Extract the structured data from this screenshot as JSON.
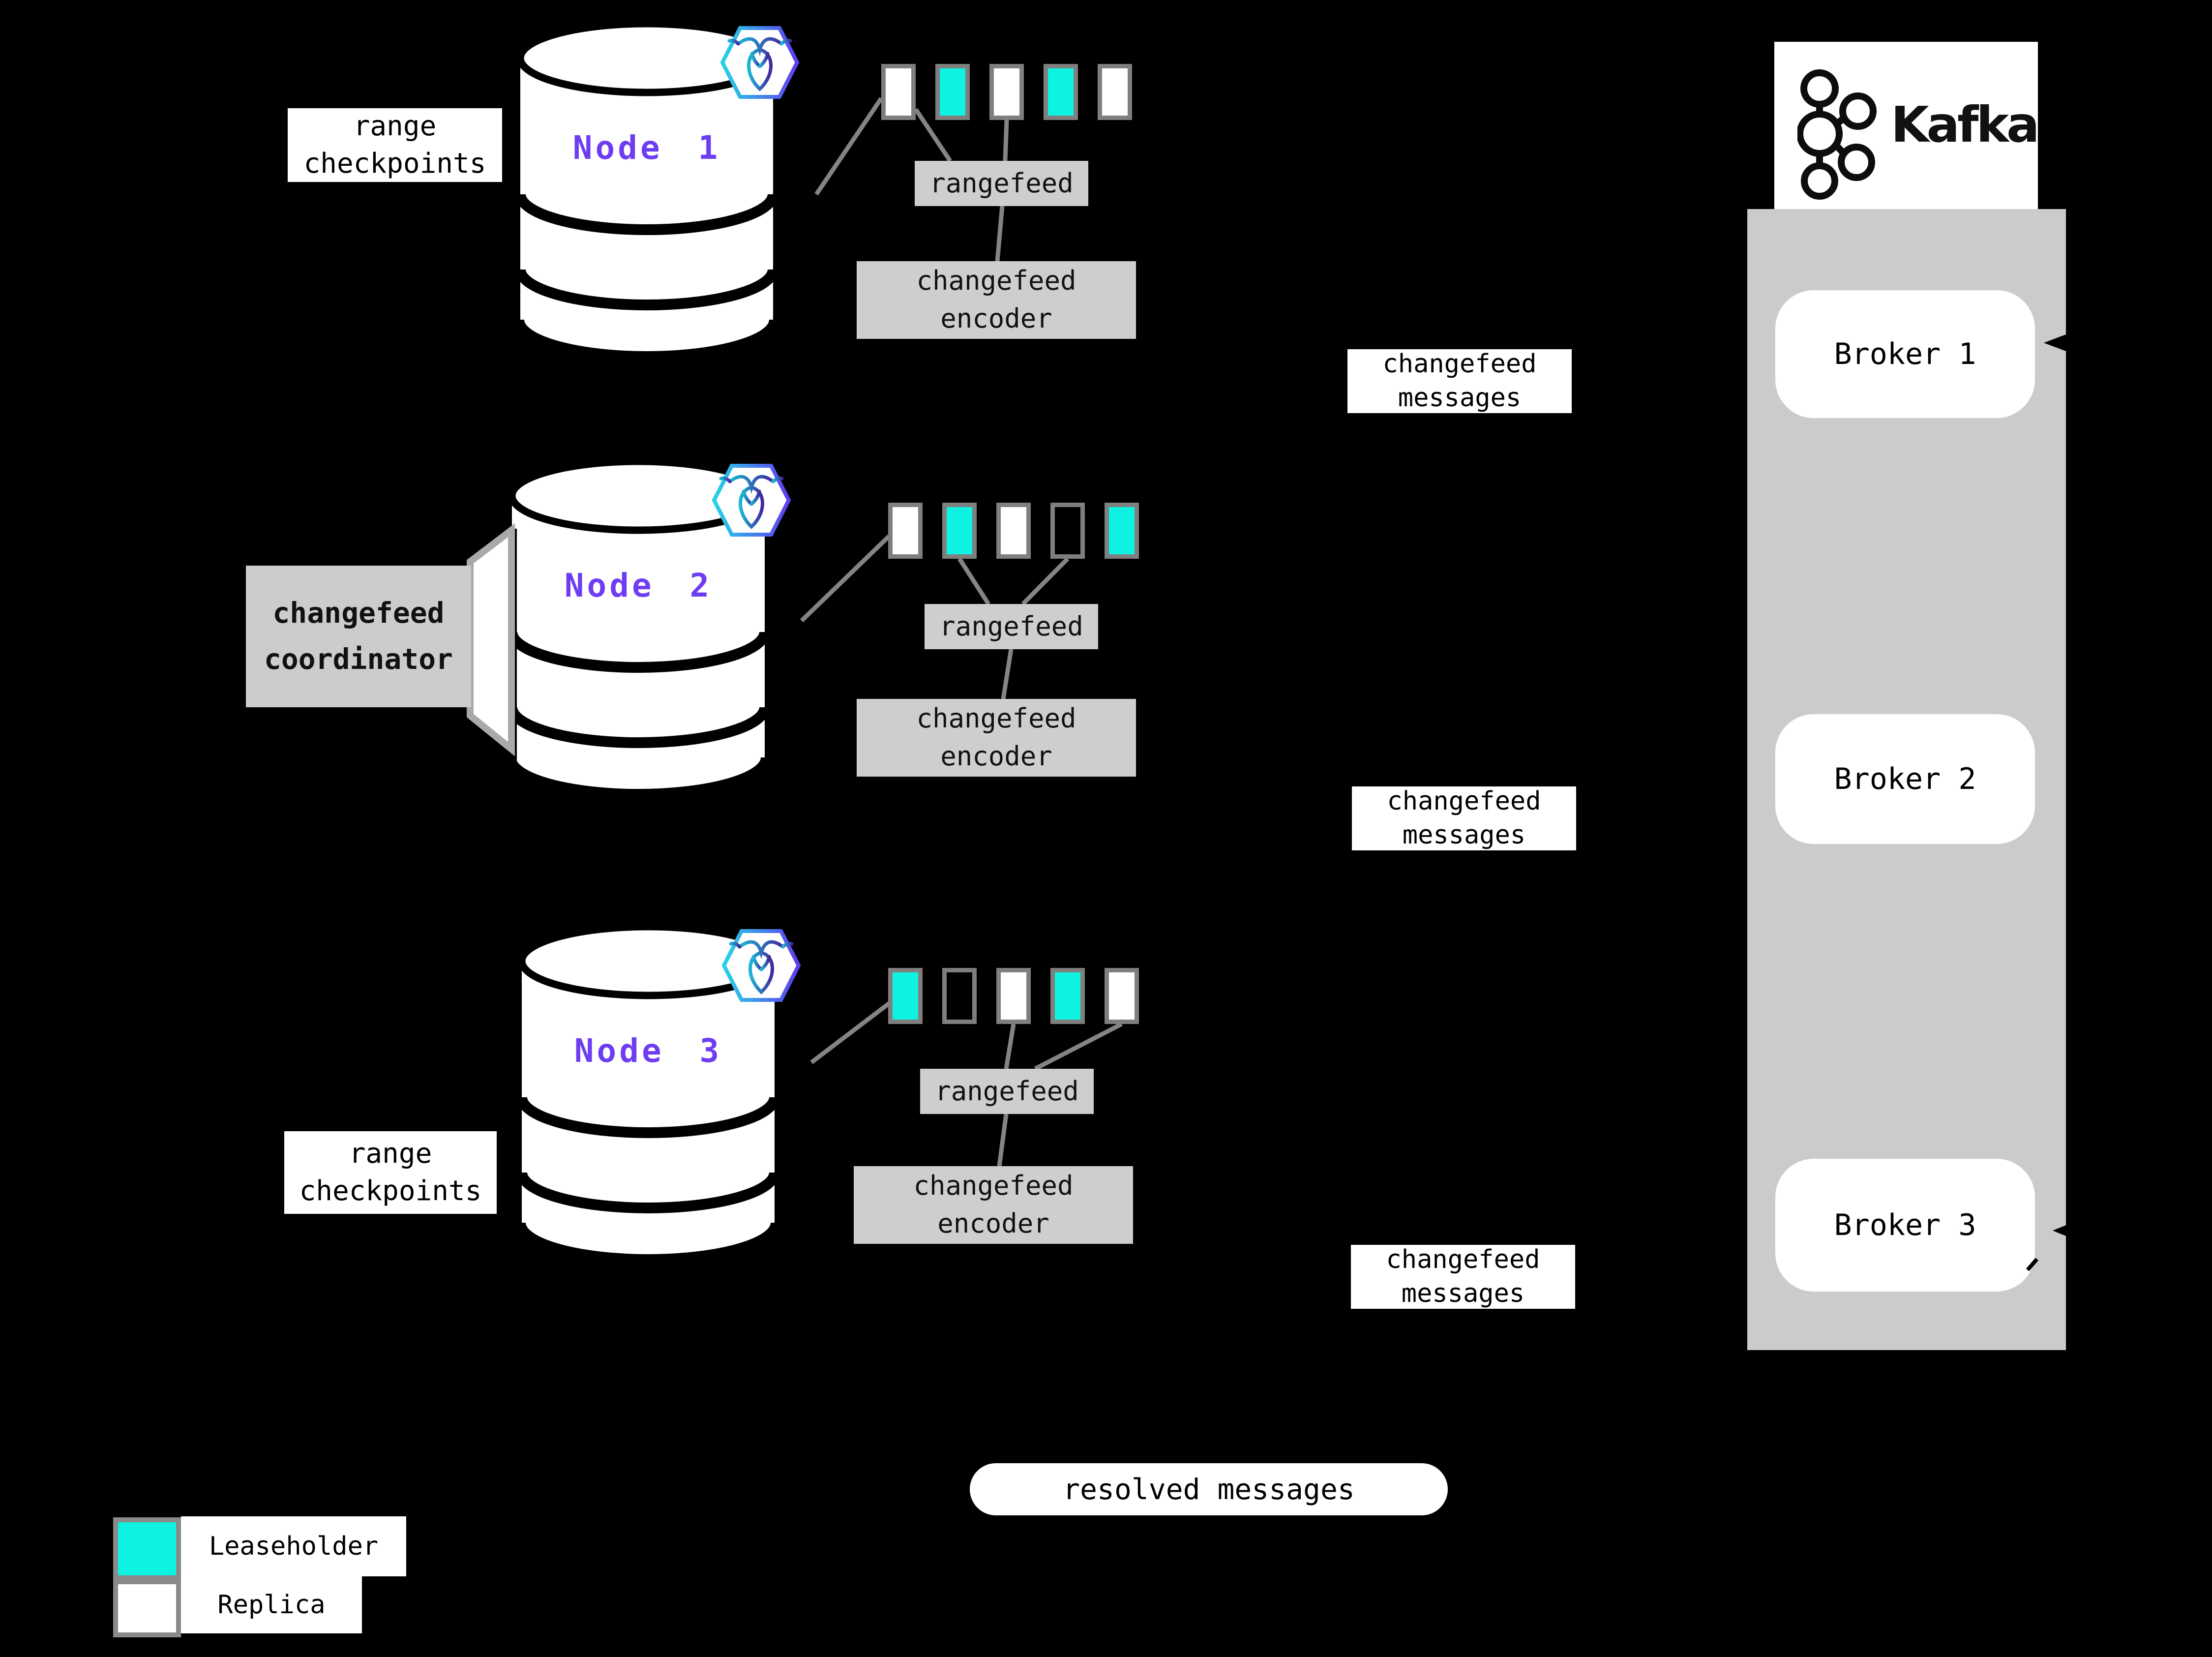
{
  "title": "CockroachDB changefeed to Kafka architecture diagram",
  "colors": {
    "background": "#000000",
    "leaseholder_cyan": "#0ef2e2",
    "replica_white": "#ffffff",
    "kafka_container_gray": "#cbcbcb",
    "process_box_gray": "#cecece",
    "node_name_purple": "#6e3df2",
    "range_border_gray": "#7f7f7f",
    "connector_gray": "#848484",
    "hexagon_gradient_start": "#25d3e8",
    "hexagon_gradient_end": "#5f3df0"
  },
  "nodes": [
    {
      "name": "Node 1",
      "side_label_line1": "range",
      "side_label_line2": "checkpoints",
      "ranges": [
        "replica",
        "leaseholder",
        "replica",
        "leaseholder",
        "replica"
      ],
      "rangefeed_label": "rangefeed",
      "encoder_line1": "changefeed",
      "encoder_line2": "encoder",
      "messages_line1": "changefeed",
      "messages_line2": "messages"
    },
    {
      "name": "Node 2",
      "side_label_line1": "changefeed",
      "side_label_line2": "coordinator",
      "ranges": [
        "replica",
        "leaseholder",
        "replica",
        "empty",
        "leaseholder"
      ],
      "rangefeed_label": "rangefeed",
      "encoder_line1": "changefeed",
      "encoder_line2": "encoder",
      "messages_line1": "changefeed",
      "messages_line2": "messages"
    },
    {
      "name": "Node 3",
      "side_label_line1": "range",
      "side_label_line2": "checkpoints",
      "ranges": [
        "leaseholder",
        "empty",
        "replica",
        "leaseholder",
        "replica"
      ],
      "rangefeed_label": "rangefeed",
      "encoder_line1": "changefeed",
      "encoder_line2": "encoder",
      "messages_line1": "changefeed",
      "messages_line2": "messages"
    }
  ],
  "kafka": {
    "title": "Kafka",
    "brokers": [
      {
        "label": "Broker 1"
      },
      {
        "label": "Broker 2"
      },
      {
        "label": "Broker 3"
      }
    ]
  },
  "resolved": {
    "label": "resolved messages"
  },
  "legend": {
    "items": [
      {
        "kind": "leaseholder",
        "label": "Leaseholder"
      },
      {
        "kind": "replica",
        "label": "Replica"
      }
    ]
  }
}
